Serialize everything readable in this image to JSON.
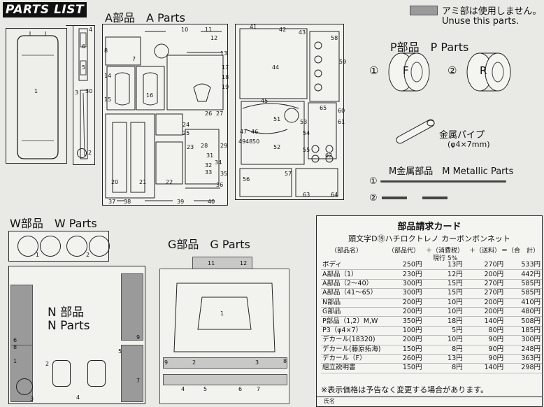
{
  "header": {
    "title": "PARTS LIST",
    "legend_text_jp": "アミ部は使用しません。",
    "legend_text_en": "Unuse this parts."
  },
  "groups": {
    "a": {
      "title": "A部品　A Parts"
    },
    "p": {
      "title": "P部品　P Parts",
      "left_label": "F",
      "right_label": "R",
      "left_num": "①",
      "right_num": "②"
    },
    "pipe": {
      "title": "金属パイプ",
      "spec": "(φ4×7mm)"
    },
    "m": {
      "title": "M金属部品　M Metallic Parts",
      "num1": "①",
      "num2": "②"
    },
    "w": {
      "title": "W部品　W Parts",
      "num1": "1",
      "num2": "2"
    },
    "n": {
      "title_jp": "N 部品",
      "title_en": "N Parts"
    },
    "g": {
      "title": "G部品　G Parts"
    }
  },
  "order_form": {
    "title": "部品請求カード",
    "subtitle": "頭文字D⑲ハチロクトレノ カーボンボンネット",
    "columns": {
      "name": "（部品名）",
      "price": "（部品代）",
      "tax": "＋（消費税）",
      "tax_note": "現行 5%",
      "shipping": "＋（送料）",
      "total": "＝（合　計）"
    },
    "rows": [
      {
        "name": "ボディ",
        "price": "250円",
        "tax": "13円",
        "ship": "270円",
        "total": "533円"
      },
      {
        "name": "A部品（1）",
        "price": "230円",
        "tax": "12円",
        "ship": "200円",
        "total": "442円"
      },
      {
        "name": "A部品（2〜40）",
        "price": "300円",
        "tax": "15円",
        "ship": "270円",
        "total": "585円"
      },
      {
        "name": "A部品（41〜65）",
        "price": "300円",
        "tax": "15円",
        "ship": "270円",
        "total": "585円"
      },
      {
        "name": "N部品",
        "price": "200円",
        "tax": "10円",
        "ship": "200円",
        "total": "410円"
      },
      {
        "name": "G部品",
        "price": "200円",
        "tax": "10円",
        "ship": "200円",
        "total": "480円"
      },
      {
        "name": "P部品（1,2）M,W",
        "price": "350円",
        "tax": "18円",
        "ship": "140円",
        "total": "508円"
      },
      {
        "name": "P3（φ4×7）",
        "price": "100円",
        "tax": "5円",
        "ship": "80円",
        "total": "185円"
      },
      {
        "name": "デカール(18320)",
        "price": "200円",
        "tax": "10円",
        "ship": "90円",
        "total": "300円"
      },
      {
        "name": "デカール(藤原拓海)",
        "price": "150円",
        "tax": "8円",
        "ship": "90円",
        "total": "248円"
      },
      {
        "name": "デカール（F）",
        "price": "260円",
        "tax": "13円",
        "ship": "90円",
        "total": "363円"
      },
      {
        "name": "組立説明書",
        "price": "150円",
        "tax": "8円",
        "ship": "140円",
        "total": "298円"
      }
    ],
    "note": "※表示価格は予告なく変更する場合があります。",
    "name_field_label": "氏名"
  },
  "part_numbers": {
    "body": "1",
    "a_col1": [
      "3",
      "4",
      "5",
      "6",
      "30",
      "2"
    ],
    "a_main": [
      "8",
      "10",
      "11",
      "12",
      "7",
      "13",
      "14",
      "15",
      "16",
      "17",
      "18",
      "19",
      "20",
      "21",
      "22",
      "23",
      "24",
      "25",
      "26",
      "27",
      "28",
      "29",
      "31",
      "32",
      "33",
      "34",
      "35",
      "36",
      "37",
      "38",
      "39",
      "40"
    ],
    "a_right": [
      "41",
      "42",
      "43",
      "44",
      "45",
      "46",
      "47",
      "48",
      "49",
      "50",
      "51",
      "52",
      "53",
      "54",
      "55",
      "56",
      "57",
      "58",
      "59",
      "60",
      "61",
      "62",
      "63",
      "64",
      "65"
    ],
    "g": [
      "11",
      "12",
      "1",
      "9",
      "2",
      "3",
      "8",
      "4",
      "5",
      "6",
      "7"
    ],
    "n": [
      "6",
      "1",
      "2",
      "3",
      "4",
      "5",
      "7",
      "8",
      "9"
    ]
  },
  "colors": {
    "shaded": "#9a9a9a",
    "line": "#222222",
    "paper": "#f2f2ef"
  }
}
